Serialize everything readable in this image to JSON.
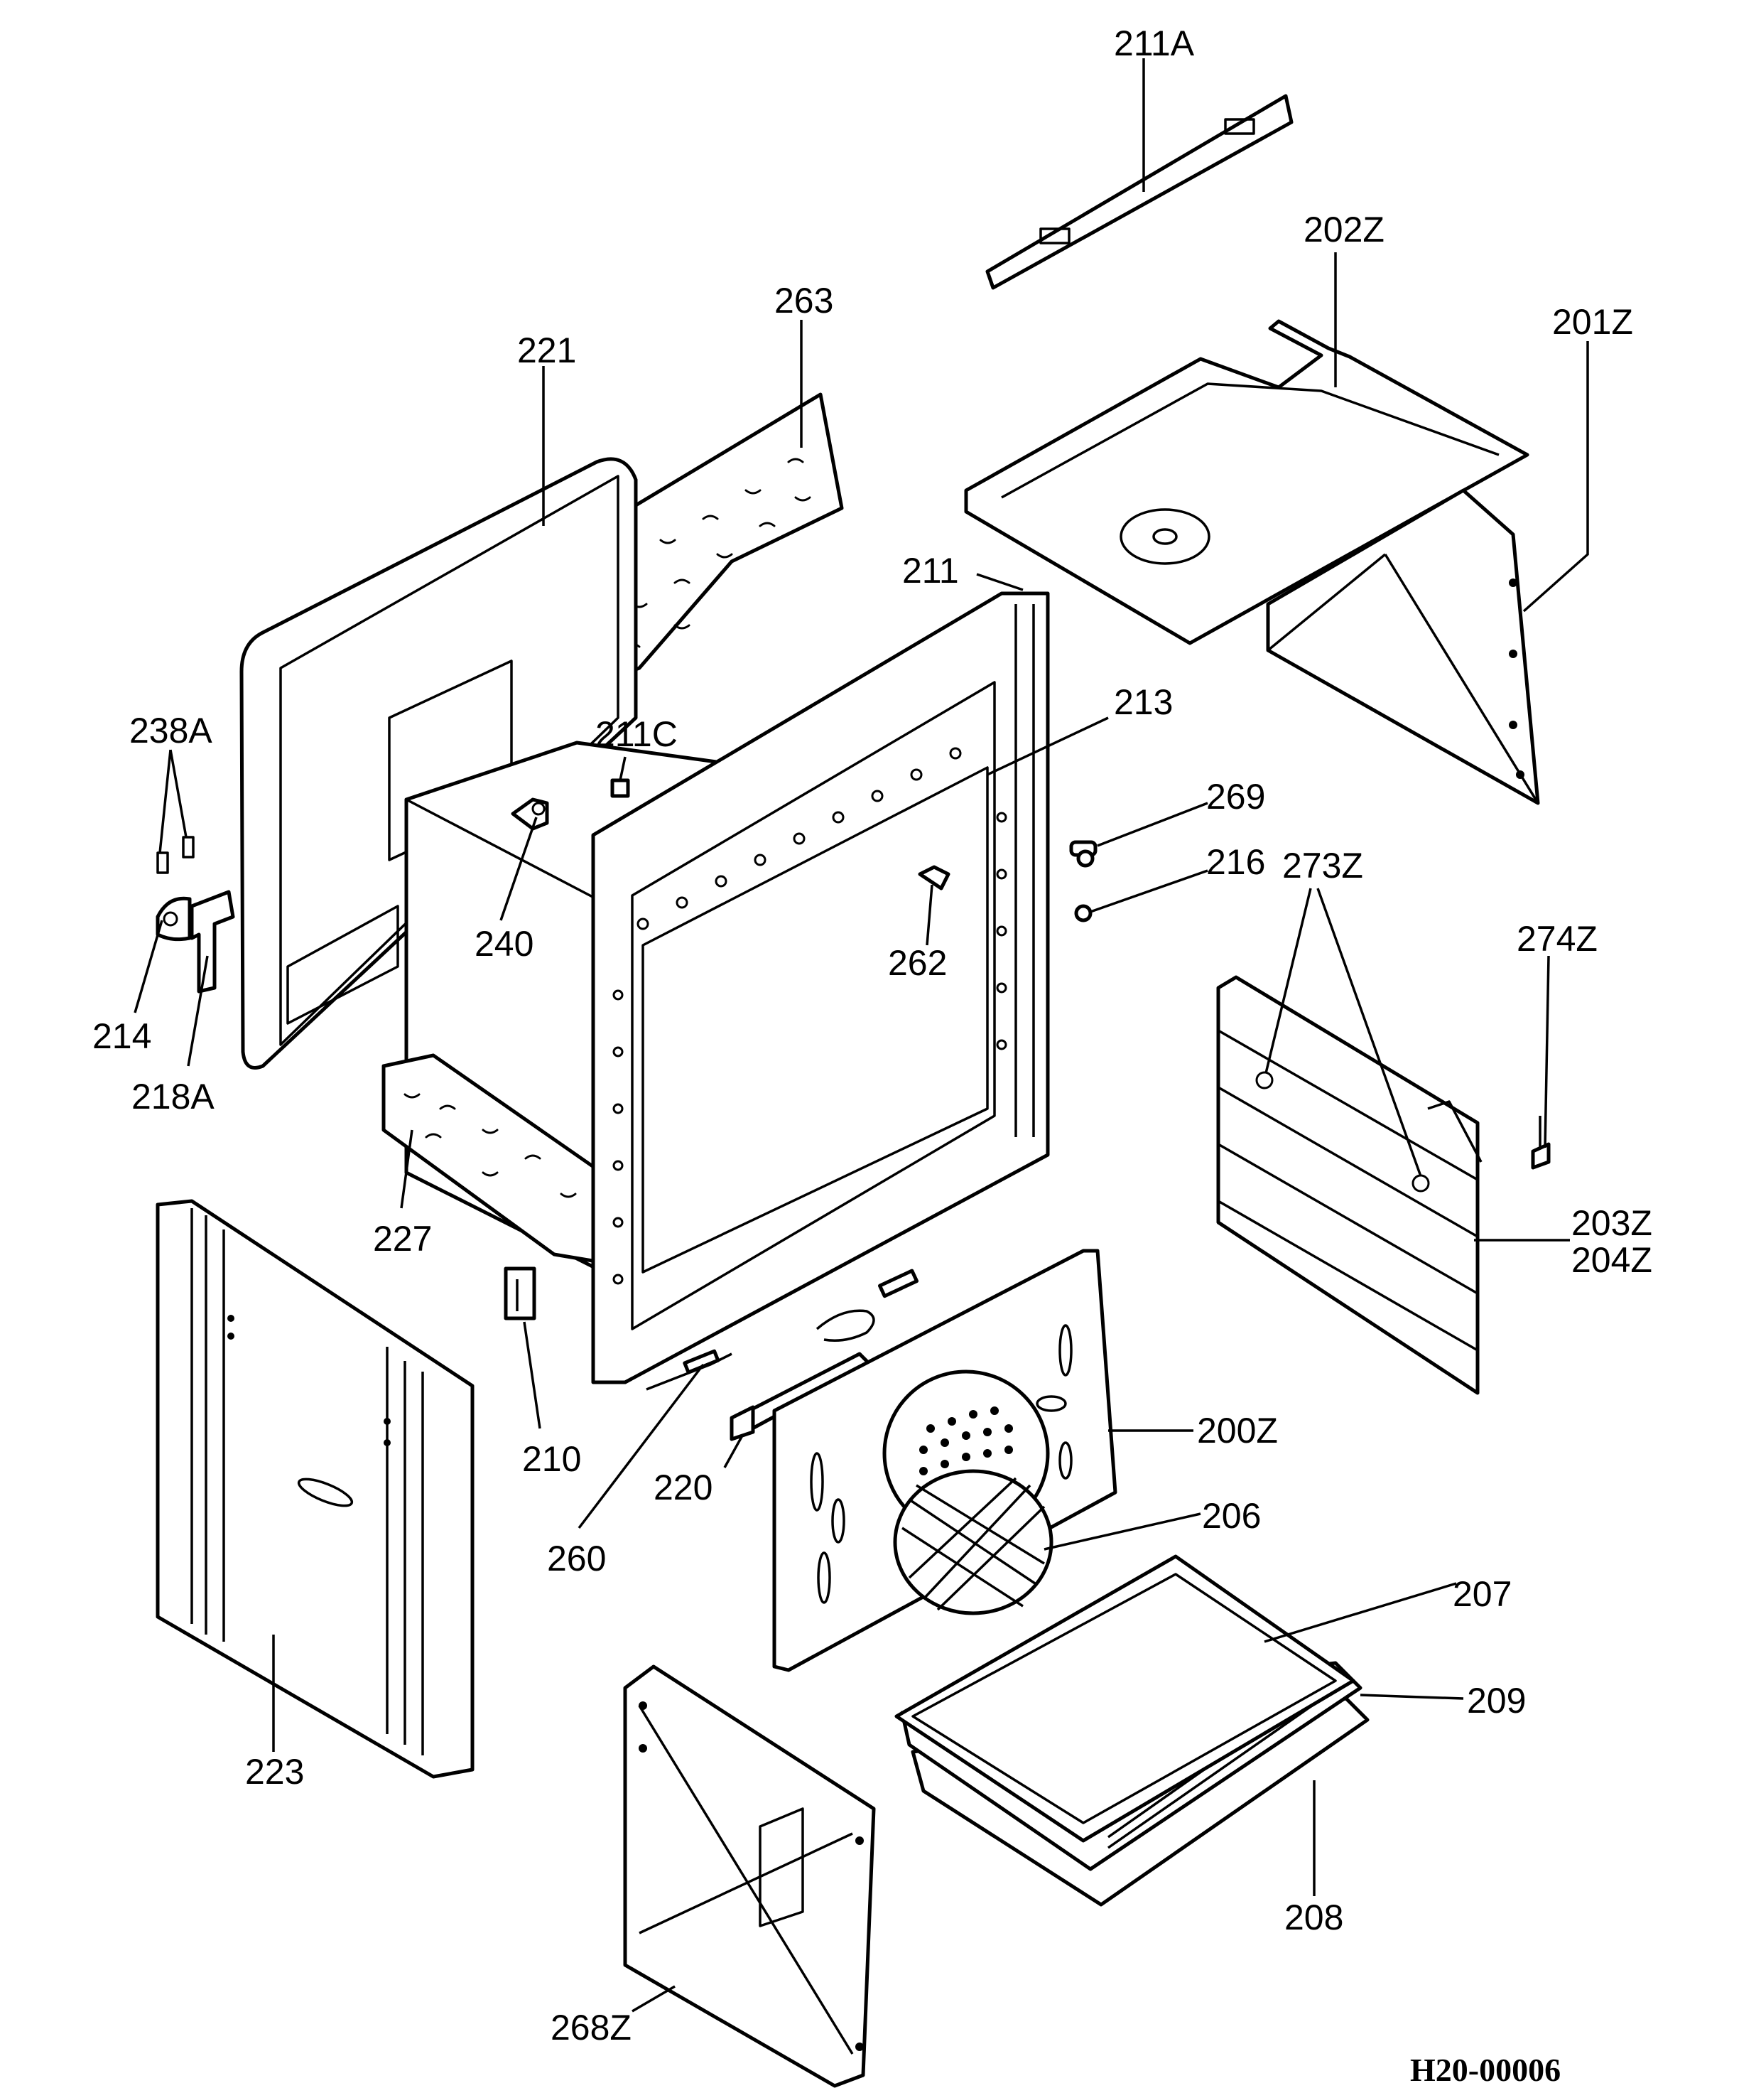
{
  "drawing": {
    "id": "H20-00006",
    "labels": {
      "p211A": "211A",
      "p202Z": "202Z",
      "p201Z": "201Z",
      "p263": "263",
      "p221": "221",
      "p211": "211",
      "p213": "213",
      "p211C": "211C",
      "p238A": "238A",
      "p269": "269",
      "p216": "216",
      "p240": "240",
      "p262": "262",
      "p273Z": "273Z",
      "p274Z": "274Z",
      "p214": "214",
      "p218A": "218A",
      "p227": "227",
      "p203Z": "203Z",
      "p204Z": "204Z",
      "p210": "210",
      "p200Z": "200Z",
      "p220": "220",
      "p206": "206",
      "p260": "260",
      "p207": "207",
      "p209": "209",
      "p223": "223",
      "p208": "208",
      "p268Z": "268Z"
    }
  }
}
